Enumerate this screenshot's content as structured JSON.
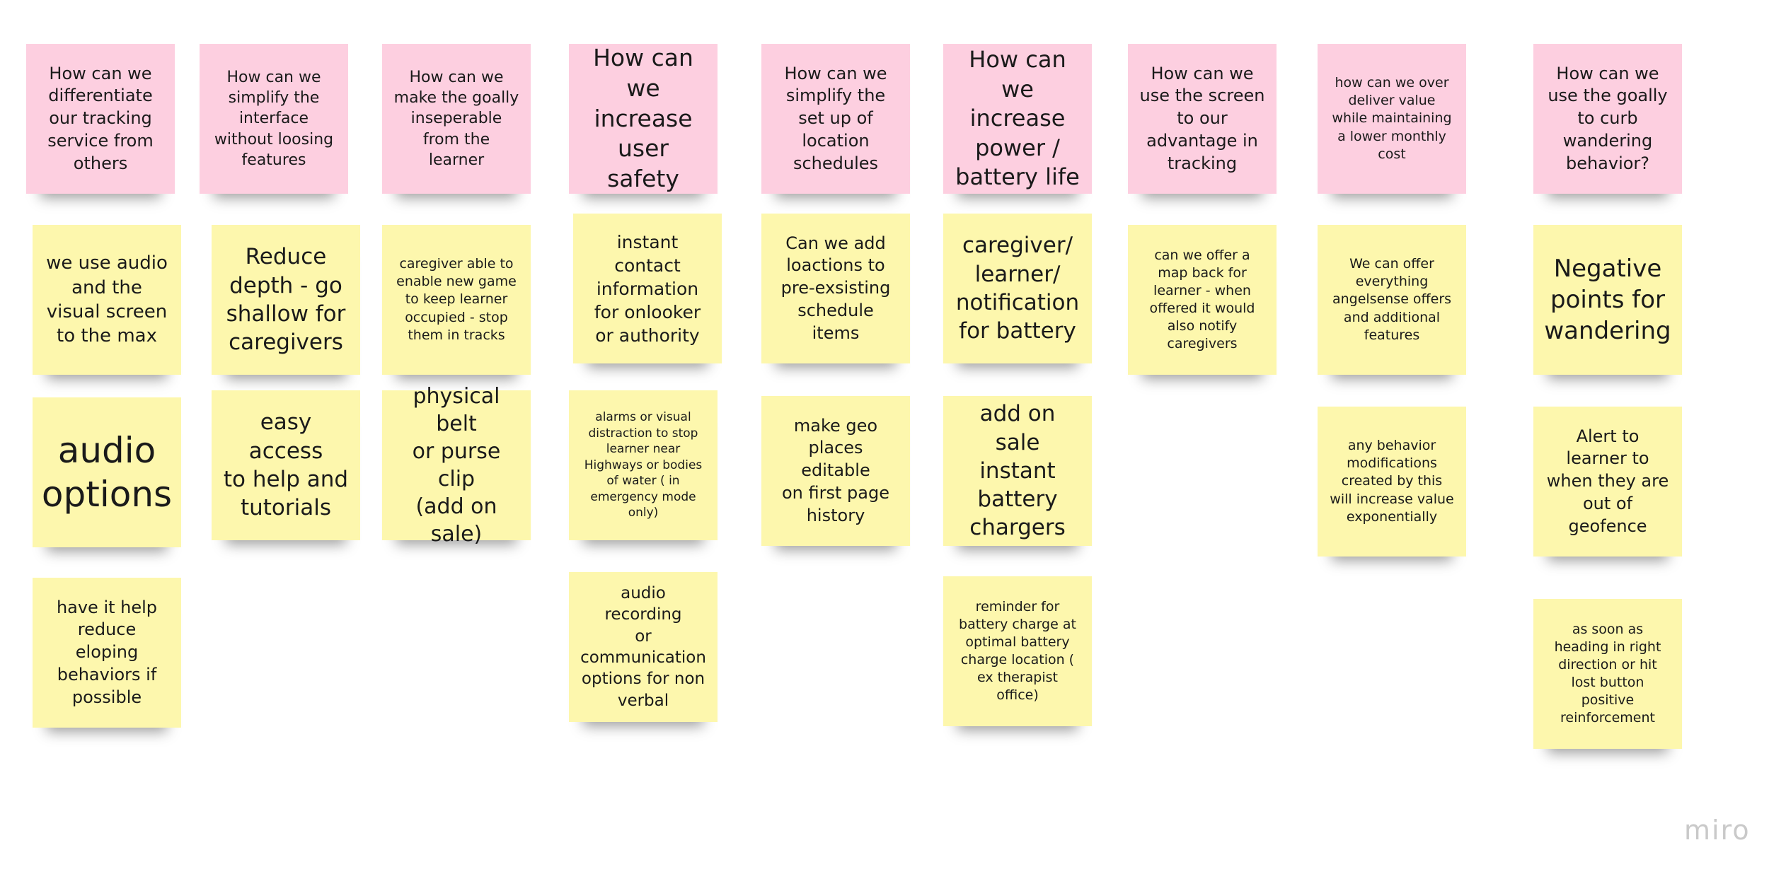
{
  "colors": {
    "question_note": "#fdcfe0",
    "idea_note": "#fdf7ad",
    "background": "#ffffff",
    "logo": "#c9c9c9"
  },
  "watermark": "miro",
  "columns": [
    {
      "question": "How can we\ndifferentiate\nour tracking\nservice from\nothers",
      "ideas": [
        "we use audio\nand the\nvisual screen\nto the max",
        "audio\noptions",
        "have it help\nreduce eloping\nbehaviors if\npossible"
      ]
    },
    {
      "question": "How can we\nsimplify the\ninterface\nwithout loosing\nfeatures",
      "ideas": [
        "Reduce\ndepth - go\nshallow for\ncaregivers",
        "easy access\nto help and\ntutorials"
      ]
    },
    {
      "question": "How can we\nmake the goally\ninseperable\nfrom the learner",
      "ideas": [
        "caregiver able to\nenable new game\nto keep learner\noccupied - stop\nthem in tracks",
        "physical belt\nor purse clip\n(add on sale)"
      ]
    },
    {
      "question": "How can\nwe increase\nuser safety",
      "ideas": [
        "instant contact\ninformation\nfor onlooker\nor authority",
        "alarms or visual\ndistraction to stop\nlearner near\nHighways or bodies\nof water ( in\nemergency mode\nonly)",
        "audio recording\nor\ncommunication\noptions for non\nverbal"
      ]
    },
    {
      "question": "How can we\nsimplify the\nset up of\nlocation\nschedules",
      "ideas": [
        "Can we add\nloactions to\npre-exsisting\nschedule items",
        "make geo\nplaces editable\non first page\nhistory"
      ]
    },
    {
      "question": "How can\nwe increase\npower /\nbattery life",
      "ideas": [
        "caregiver/\nlearner/\nnotification\nfor battery",
        "add on sale\ninstant\nbattery\nchargers",
        "reminder for\nbattery charge at\noptimal battery\ncharge location (\nex therapist\noffice)"
      ]
    },
    {
      "question": "How can we\nuse the screen\nto our\nadvantage in\ntracking",
      "ideas": [
        "can we offer a\nmap back for\nlearner - when\noffered it would\nalso notify\ncaregivers"
      ]
    },
    {
      "question": "how can we over\ndeliver value\nwhile maintaining\na lower monthly\ncost",
      "ideas": [
        "We can offer\neverything\nangelsense offers\nand additional\nfeatures",
        "any behavior\nmodifications\ncreated by this\nwill increase value\nexponentially"
      ]
    },
    {
      "question": "How can we\nuse the goally\nto curb\nwandering\nbehavior?",
      "ideas": [
        "Negative\npoints for\nwandering",
        "Alert to\nlearner to\nwhen they are\nout of\ngeofence",
        "as soon as\nheading in right\ndirection or hit\nlost button\npositive\nreinforcement"
      ]
    }
  ]
}
